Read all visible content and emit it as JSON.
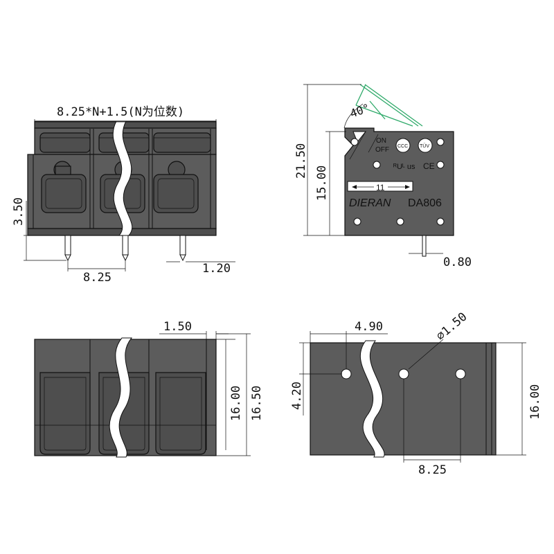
{
  "front_view": {
    "width_label": "8.25*N+1.5(N为位数)",
    "height_label": "3.50",
    "pitch_label": "8.25",
    "pin_label": "1.20"
  },
  "side_view": {
    "total_height_label": "21.50",
    "body_height_label": "15.00",
    "pin_width_label": "0.80",
    "angle_label": "40°",
    "on_label": "ON",
    "off_label": "OFF",
    "ccc_label": "CCC",
    "tuv_label": "TÜV",
    "ce_label": "CE",
    "ul_label": "ᴿUᴸ us",
    "brand_label": "DIERAN",
    "model_label": "DA806",
    "dim_label": "11"
  },
  "top_view": {
    "gap_label": "1.50",
    "inner_height_label": "16.00",
    "outer_height_label": "16.50"
  },
  "bottom_view": {
    "offset_label": "4.90",
    "hole_label": "∅1.50",
    "height_label": "4.20",
    "depth_label": "16.00",
    "pitch_label": "8.25"
  }
}
